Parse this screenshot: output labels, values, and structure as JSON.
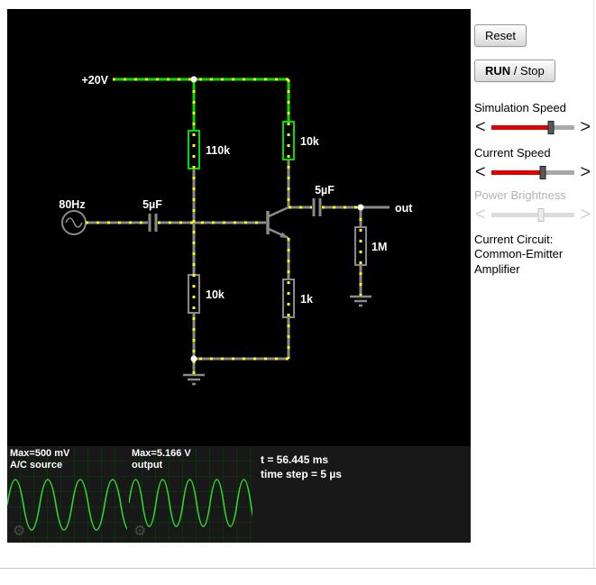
{
  "colors": {
    "canvas_bg": "#000000",
    "wire_positive": "#00dd00",
    "wire_neutral": "#8a8a8a",
    "current_dots": "#ffff00",
    "junction_dot": "#ffffff",
    "scope_trace": "#2bd82b",
    "slider_accent": "#e00000"
  },
  "circuit": {
    "supply_label": "+20V",
    "source_label": "80Hz",
    "out_label": "out",
    "r1_label": "110k",
    "r2_label": "10k",
    "r3_label": "10k",
    "r4_label": "1k",
    "r5_label": "1M",
    "c1_label": "5µF",
    "c2_label": "5µF"
  },
  "scopes": [
    {
      "max": "Max=500 mV",
      "label": "A/C source"
    },
    {
      "max": "Max=5.166 V",
      "label": "output"
    }
  ],
  "status": {
    "time": "t = 56.445 ms",
    "timestep": "time step = 5 µs"
  },
  "sidebar": {
    "reset_label": "Reset",
    "run_label": "RUN",
    "stop_label": " / Stop",
    "sim_speed_label": "Simulation Speed",
    "current_speed_label": "Current Speed",
    "power_brightness_label": "Power Brightness",
    "current_circuit_label": "Current Circuit:",
    "circuit_name": "Common-Emitter Amplifier"
  },
  "sliders": {
    "simulation_speed_pct": 72,
    "current_speed_pct": 62,
    "power_brightness_pct": 60
  }
}
